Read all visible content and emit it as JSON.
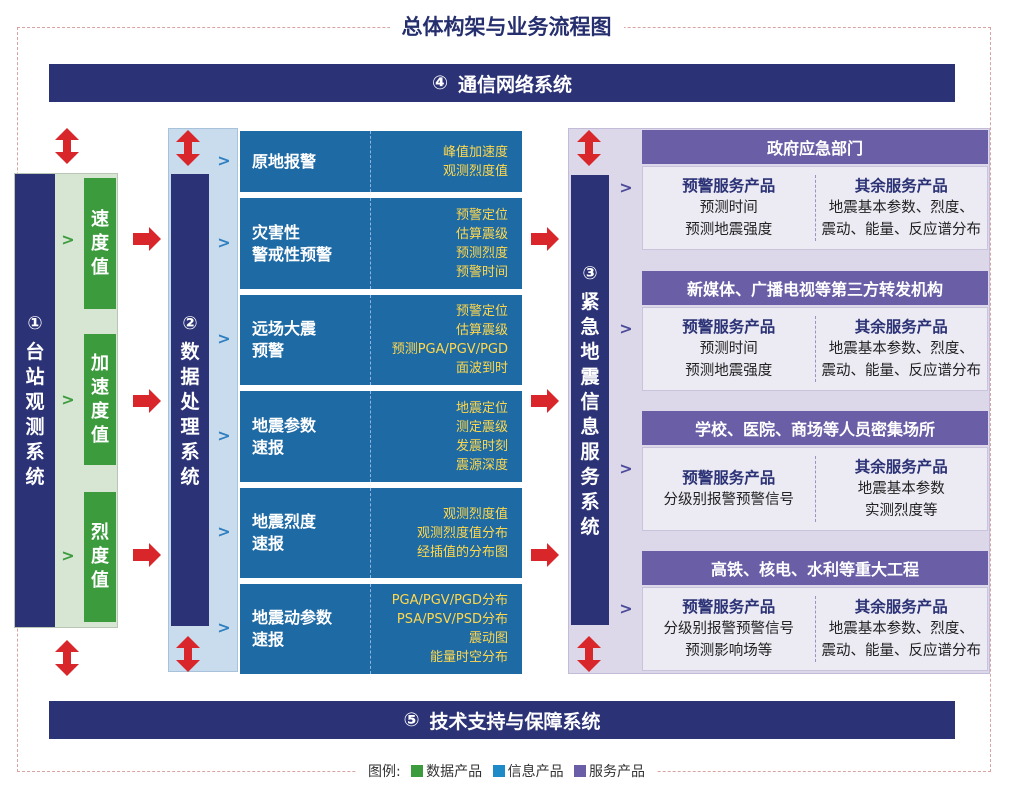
{
  "title": "总体构架与业务流程图",
  "bands": {
    "top": {
      "num": "④",
      "label": "通信网络系统"
    },
    "bottom": {
      "num": "⑤",
      "label": "技术支持与保障系统"
    }
  },
  "station": {
    "num": "①",
    "label": "台站观测系统",
    "items": [
      "速度值",
      "加速度值",
      "烈度值"
    ]
  },
  "processing": {
    "num": "②",
    "label": "数据处理系统",
    "rows": [
      {
        "name": [
          "原地报警"
        ],
        "outputs": [
          "峰值加速度",
          "观测烈度值"
        ]
      },
      {
        "name": [
          "灾害性",
          "警戒性预警"
        ],
        "outputs": [
          "预警定位",
          "估算震级",
          "预测烈度",
          "预警时间"
        ]
      },
      {
        "name": [
          "远场大震",
          "预警"
        ],
        "outputs": [
          "预警定位",
          "估算震级",
          "预测PGA/PGV/PGD",
          "面波到时"
        ]
      },
      {
        "name": [
          "地震参数",
          "速报"
        ],
        "outputs": [
          "地震定位",
          "测定震级",
          "发震时刻",
          "震源深度"
        ]
      },
      {
        "name": [
          "地震烈度",
          "速报"
        ],
        "outputs": [
          "观测烈度值",
          "观测烈度值分布",
          "经插值的分布图"
        ]
      },
      {
        "name": [
          "地震动参数",
          "速报"
        ],
        "outputs": [
          "PGA/PGV/PGD分布",
          "PSA/PSV/PSD分布",
          "震动图",
          "能量时空分布"
        ]
      }
    ]
  },
  "service": {
    "num": "③",
    "label": "紧急地震信息服务系统",
    "groups": [
      {
        "head": "政府应急部门",
        "left_title": "预警服务产品",
        "left": [
          "预测时间",
          "预测地震强度"
        ],
        "right_title": "其余服务产品",
        "right": [
          "地震基本参数、烈度、",
          "震动、能量、反应谱分布"
        ]
      },
      {
        "head": "新媒体、广播电视等第三方转发机构",
        "left_title": "预警服务产品",
        "left": [
          "预测时间",
          "预测地震强度"
        ],
        "right_title": "其余服务产品",
        "right": [
          "地震基本参数、烈度、",
          "震动、能量、反应谱分布"
        ]
      },
      {
        "head": "学校、医院、商场等人员密集场所",
        "left_title": "预警服务产品",
        "left": [
          "分级别报警预警信号"
        ],
        "right_title": "其余服务产品",
        "right": [
          "地震基本参数",
          "实测烈度等"
        ]
      },
      {
        "head": "高铁、核电、水利等重大工程",
        "left_title": "预警服务产品",
        "left": [
          "分级别报警预警信号",
          "预测影响场等"
        ],
        "right_title": "其余服务产品",
        "right": [
          "地震基本参数、烈度、",
          "震动、能量、反应谱分布"
        ]
      }
    ]
  },
  "legend": {
    "prefix": "图例:",
    "items": [
      {
        "label": "数据产品",
        "color": "#3b9b3d"
      },
      {
        "label": "信息产品",
        "color": "#1e8ac7"
      },
      {
        "label": "服务产品",
        "color": "#6a5fa6"
      }
    ]
  },
  "colors": {
    "navy": "#2b3276",
    "green": "#3b9b3d",
    "blue": "#1e6aa5",
    "purple": "#6a5fa6",
    "red": "#d8262a"
  }
}
